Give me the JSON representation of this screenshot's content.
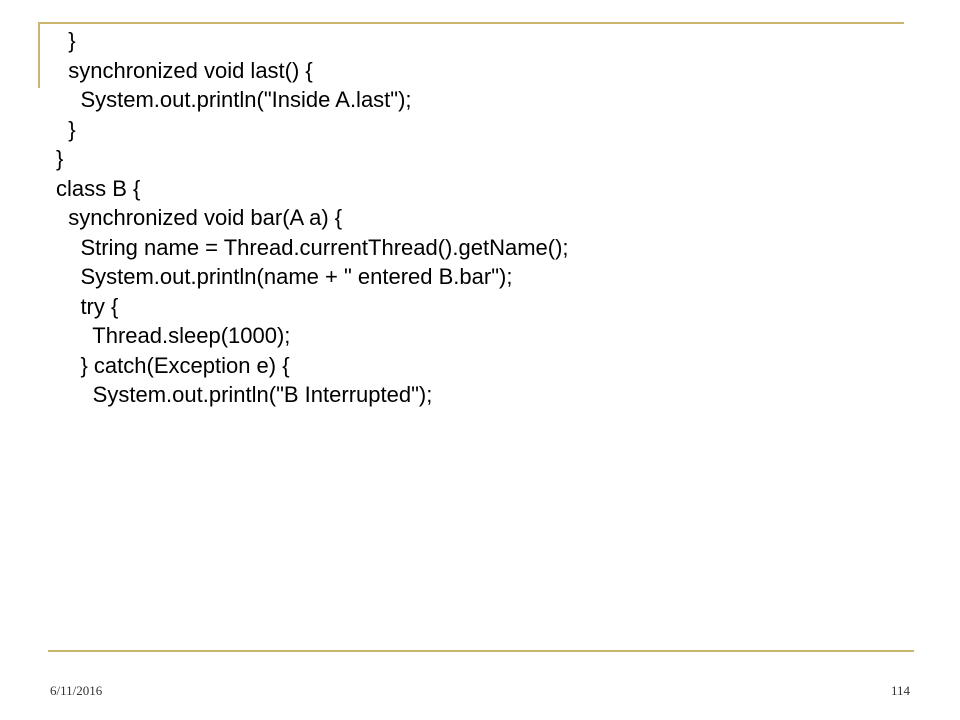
{
  "slide": {
    "code_lines": [
      "  }",
      "  synchronized void last() {",
      "    System.out.println(\"Inside A.last\");",
      "  }",
      "}",
      "class B {",
      "  synchronized void bar(A a) {",
      "    String name = Thread.currentThread().getName();",
      "    System.out.println(name + \" entered B.bar\");",
      "    try {",
      "      Thread.sleep(1000);",
      "    } catch(Exception e) {",
      "      System.out.println(\"B Interrupted\");"
    ],
    "footer": {
      "date": "6/11/2016",
      "page_number": "114"
    },
    "colors": {
      "accent_rule": "#C9B56B",
      "text": "#000000",
      "background": "#FFFFFF"
    }
  }
}
